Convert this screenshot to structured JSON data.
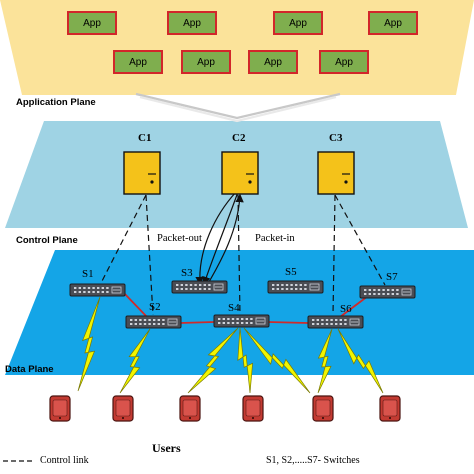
{
  "planes": {
    "application": "Application Plane",
    "control": "Control Plane",
    "data": "Data Plane"
  },
  "apps": [
    "App",
    "App",
    "App",
    "App",
    "App",
    "App",
    "App",
    "App"
  ],
  "controllers": [
    "C1",
    "C2",
    "C3"
  ],
  "switches": [
    "S1",
    "S2",
    "S3",
    "S4",
    "S5",
    "S6",
    "S7"
  ],
  "messages": {
    "packet_out": "Packet-out",
    "packet_in": "Packet-in"
  },
  "users_label": "Users",
  "legend": {
    "control_link": "Control link",
    "switches": "S1, S2,.....S7- Switches"
  },
  "colors": {
    "application_plane": "#fbe39a",
    "control_plane": "#9fd3e4",
    "data_plane": "#14a5e7",
    "controller": "#f4c21a",
    "app_fill": "#7fae4e",
    "app_border": "#d2262a",
    "data_link": "#d02a2a",
    "wireless": "#f1f500",
    "user_device": "#c33a32"
  }
}
